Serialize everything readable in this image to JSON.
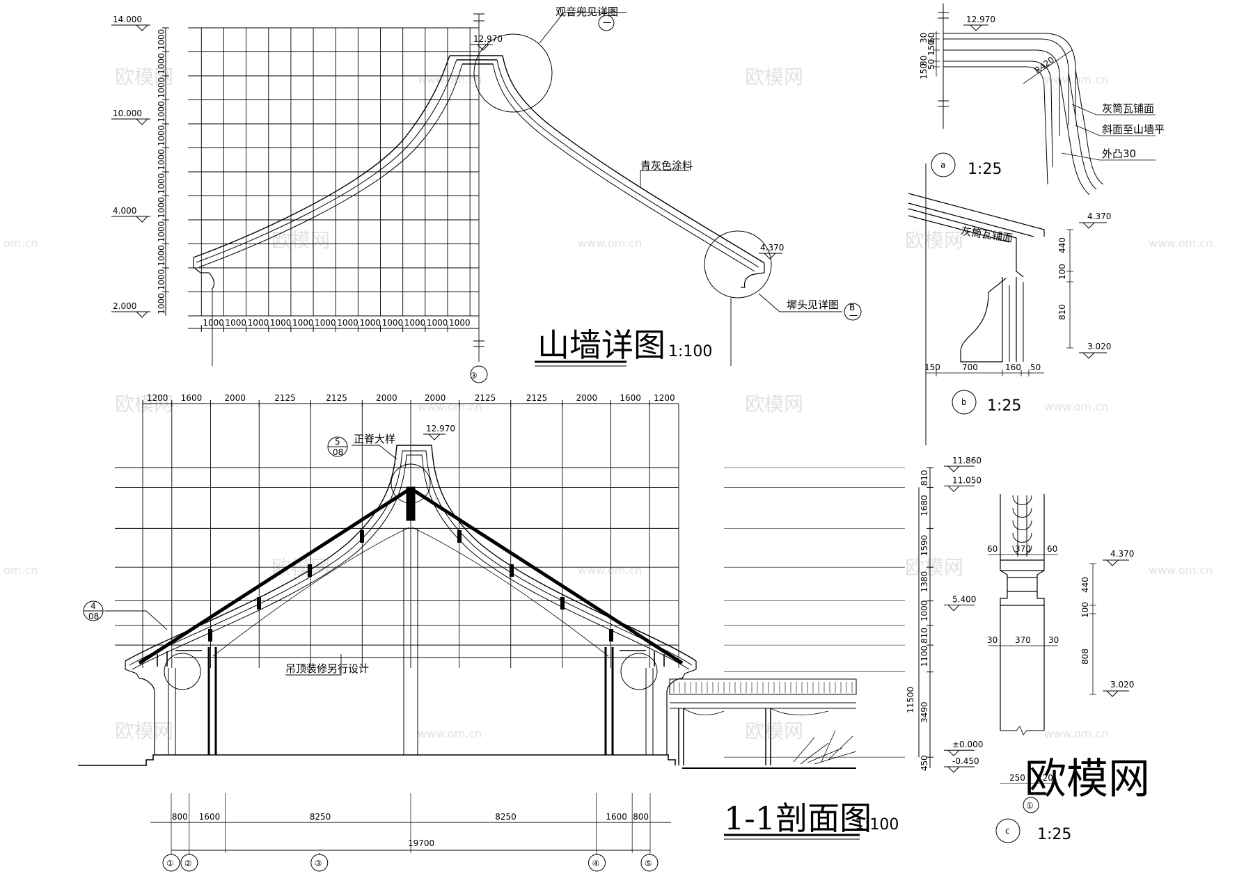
{
  "drawing": {
    "gable": {
      "title": "山墙详图",
      "scale": "1:100",
      "top_elev": "12.970",
      "eave_elev": "4.370",
      "note_top": "观音兜见详图",
      "note_top_ref": "一",
      "note_bottom": "墀头见详图",
      "note_bottom_ref": "B",
      "note_bottom_sub": "一",
      "paint": "青灰色涂料",
      "axis": "③",
      "left_elevs": [
        "14.000",
        "10.000",
        "4.000",
        "2.000"
      ],
      "row_dims": [
        "1000",
        "1000",
        "1000",
        "1000",
        "1000",
        "1000",
        "1000",
        "1000",
        "1000",
        "1000",
        "1000",
        "1000"
      ],
      "col_dims": [
        "1000",
        "1000",
        "1000",
        "1000",
        "1000",
        "1000",
        "1000",
        "1000",
        "1000",
        "1000",
        "1000",
        "1000"
      ]
    },
    "section": {
      "title": "1-1剖面图",
      "scale": "1:100",
      "top_dims": [
        "1200",
        "1600",
        "2000",
        "2125",
        "2125",
        "2000",
        "2000",
        "2125",
        "2125",
        "2000",
        "1600",
        "1200"
      ],
      "ridge_elev": "12.970",
      "ridge_note": "正脊大样",
      "ridge_ref_num": "5",
      "ridge_ref_sheet": "08",
      "eave_ref_num": "4",
      "eave_ref_sheet": "08",
      "ceiling_note": "吊顶装修另行设计",
      "right_dims": [
        "810",
        "1680",
        "1590",
        "1380",
        "1000",
        "810",
        "1100",
        "3490",
        "450"
      ],
      "total_height": "11500",
      "right_elevs": [
        "11.860",
        "11.050",
        "5.400",
        "±0.000",
        "-0.450"
      ],
      "bottom_dims": [
        "800",
        "1600",
        "8250",
        "8250",
        "1600",
        "800"
      ],
      "total_width": "19700",
      "axes": [
        "①",
        "②",
        "③",
        "④",
        "⑤"
      ]
    },
    "detail_a": {
      "label": "a",
      "scale": "1:25",
      "elev": "12.970",
      "dims": [
        "30",
        "60",
        "150",
        "80",
        "50",
        "150"
      ],
      "radius": "R420",
      "notes": [
        "灰筒瓦铺面",
        "斜面至山墙平",
        "外凸30"
      ]
    },
    "detail_b": {
      "label": "b",
      "scale": "1:25",
      "note": "灰筒瓦铺面",
      "elevs": [
        "4.370",
        "3.020"
      ],
      "vdims": [
        "440",
        "100",
        "810"
      ],
      "hdims": [
        "150",
        "700",
        "160",
        "50"
      ]
    },
    "detail_c": {
      "label": "c",
      "scale": "1:25",
      "axis": "①",
      "dims_top": [
        "60",
        "370",
        "60"
      ],
      "dims_mid": [
        "30",
        "370",
        "30"
      ],
      "dims_bottom": [
        "250",
        "120"
      ],
      "elevs": [
        "4.370",
        "3.020"
      ],
      "vdims": [
        "440",
        "100",
        "808"
      ]
    },
    "watermark": {
      "brand": "欧模网",
      "url": "www.om.cn",
      "url_short": "om.cn"
    }
  }
}
